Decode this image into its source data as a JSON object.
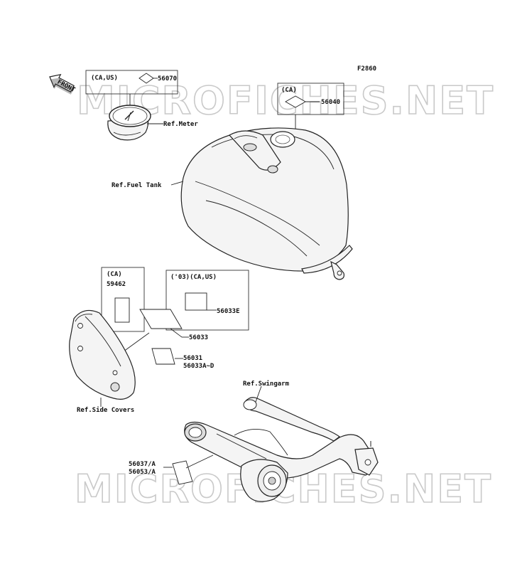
{
  "figure_code": "F2860",
  "front_label": "FRONT",
  "watermark": "MICROFICHES.NET",
  "labels": {
    "ca_us_box_1": "(CA,US)",
    "p56070": "56070",
    "ref_meter": "Ref.Meter",
    "ca_box_1": "(CA)",
    "p56040": "56040",
    "ref_fuel_tank": "Ref.Fuel Tank",
    "ca_box_2": "(CA)",
    "p59462": "59462",
    "box_03_ca_us": "('03)(CA,US)",
    "p56033e": "56033E",
    "p56033": "56033",
    "p56031": "56031",
    "p56033ad": "56033A~D",
    "ref_side_covers": "Ref.Side Covers",
    "ref_swingarm": "Ref.Swingarm",
    "p56037a": "56037/A",
    "p56053a": "56053/A"
  }
}
